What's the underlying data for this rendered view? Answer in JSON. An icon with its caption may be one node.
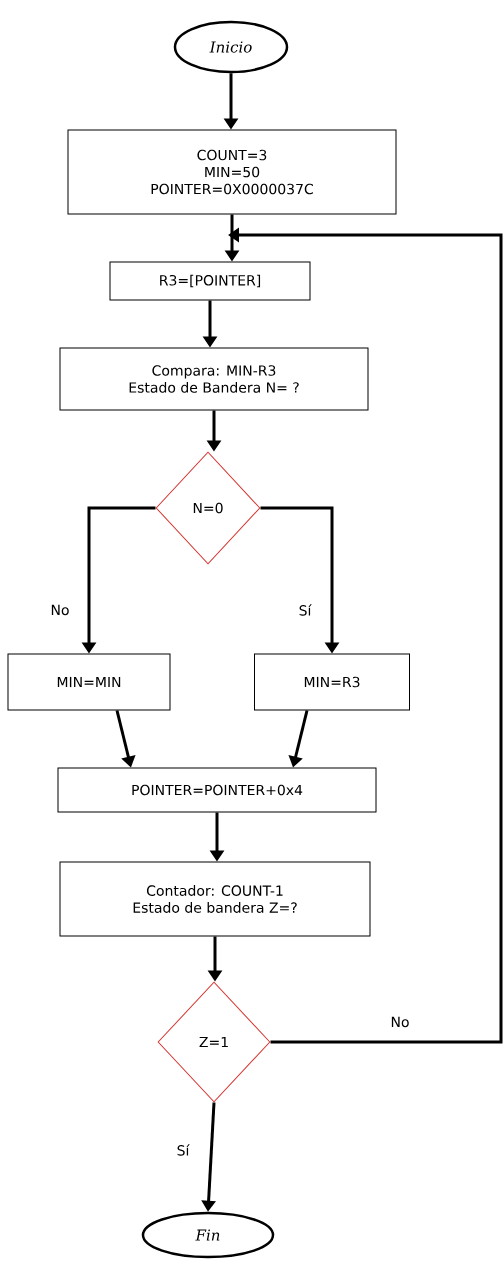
{
  "diagram": {
    "nodes": [
      {
        "text": [
          "Inicio"
        ]
      },
      {
        "text": [
          "COUNT=3",
          "MIN=50",
          "POINTER=0X0000037C"
        ]
      },
      {
        "text": [
          "R3=[POINTER]"
        ]
      },
      {
        "text": [
          "Compara: MIN-R3",
          "Estado de Bandera N= ?"
        ]
      },
      {
        "text": [
          "N=0"
        ]
      },
      {
        "text": [
          "MIN=MIN"
        ]
      },
      {
        "text": [
          "MIN=R3"
        ]
      },
      {
        "text": [
          "POINTER=POINTER+0x4"
        ]
      },
      {
        "text": [
          "Contador: COUNT-1",
          "Estado de bandera Z=?"
        ]
      },
      {
        "text": [
          "Z=1"
        ]
      },
      {
        "text": [
          "Fin"
        ]
      }
    ],
    "edges": [
      {
        "from": 0,
        "to": 1,
        "arrow": "to"
      },
      {
        "from": 1,
        "to": 2,
        "arrow": "to"
      },
      {
        "from": 2,
        "to": 3,
        "arrow": "to"
      },
      {
        "from": 3,
        "to": 4,
        "arrow": "to"
      },
      {
        "from": 4,
        "to": 5,
        "arrow": "to",
        "label": "No"
      },
      {
        "from": 4,
        "to": 6,
        "arrow": "to",
        "label": "Sí"
      },
      {
        "from": 5,
        "to": 7,
        "arrow": "to"
      },
      {
        "from": 6,
        "to": 7,
        "arrow": "to"
      },
      {
        "from": 7,
        "to": 8,
        "arrow": "to"
      },
      {
        "from": 8,
        "to": 9,
        "arrow": "to"
      },
      {
        "from": 9,
        "to": 10,
        "arrow": "to",
        "label": "Sí"
      },
      {
        "from": 9,
        "to": null,
        "arrow": "to",
        "label": "No"
      }
    ]
  }
}
